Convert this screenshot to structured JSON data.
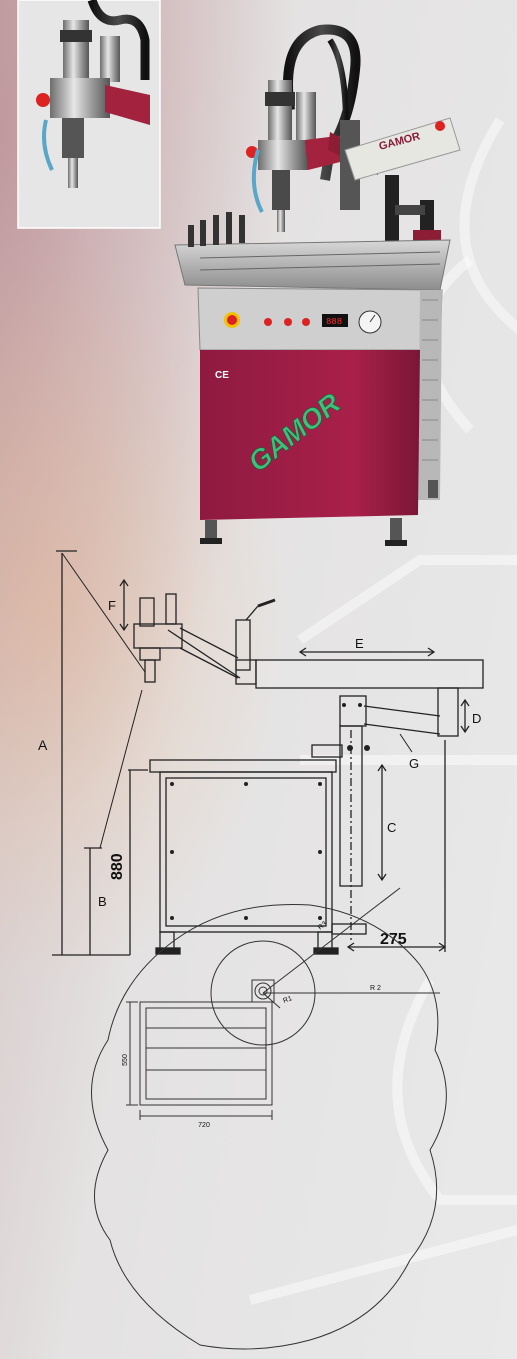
{
  "inset_photo": {
    "caption": ""
  },
  "machine": {
    "brand_panel": "GAMOR",
    "brand_cabinet": "GAMOR",
    "ce_mark": "CE",
    "display_readout": "888",
    "colors": {
      "cabinet": "#9a1c44",
      "cabinet_dark": "#6f1130",
      "arm": "#a3223e",
      "panel": "#c9c9c9"
    }
  },
  "side_view": {
    "labels": {
      "A": "A",
      "B": "B",
      "C": "C",
      "D": "D",
      "E": "E",
      "F": "F",
      "G": "G"
    },
    "height_880": "880",
    "offset_275": "275"
  },
  "top_view": {
    "r1": "R1",
    "r2": "R 2",
    "r3": "R3",
    "width_720": "720",
    "depth_550": "550"
  }
}
